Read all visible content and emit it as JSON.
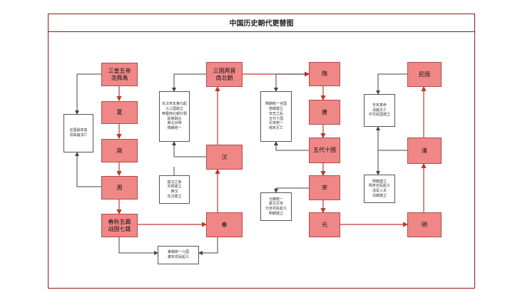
{
  "title": "中国历史朝代更替图",
  "nodes": {
    "sanhuang": "三皇五帝\n尧舜禹",
    "xia": "夏",
    "shang": "商",
    "zhou": "周",
    "chunqiu": "春秋五霸\n战国七雄",
    "qin": "秦",
    "han": "汉",
    "sanguo": "三国两晋\n南北朝",
    "sui": "隋",
    "tang": "唐",
    "wudai": "五代十国",
    "song": "宋",
    "yuan": "元",
    "ming": "明",
    "qing": "清",
    "minguo": "民国"
  },
  "notes": {
    "n1": "全国最高首\n领由崩溃亡",
    "n2": "东汉末年黄巾起\n义三国鼎立\n两晋南北朝分裂\n民族融合\n南北对峙\n隋朝统一",
    "n3": "楚汉之争\n刘邦建立\n西汉\n东汉建立",
    "n4": "秦朝统一六国\n秦末农民起义",
    "n5": "隋朝统一全国\n唐朝建立\n安史之乱\n五代十国\n北宋统一\n南宋灭亡",
    "n6": "元朝统一\n蒙古灭宋\n元末农民起义\n明朝建立",
    "n7": "明朝建立\n明末农民起义\n清军入关\n清朝建立",
    "n8": "辛亥革命\n清朝灭亡\n中华民国建立"
  }
}
